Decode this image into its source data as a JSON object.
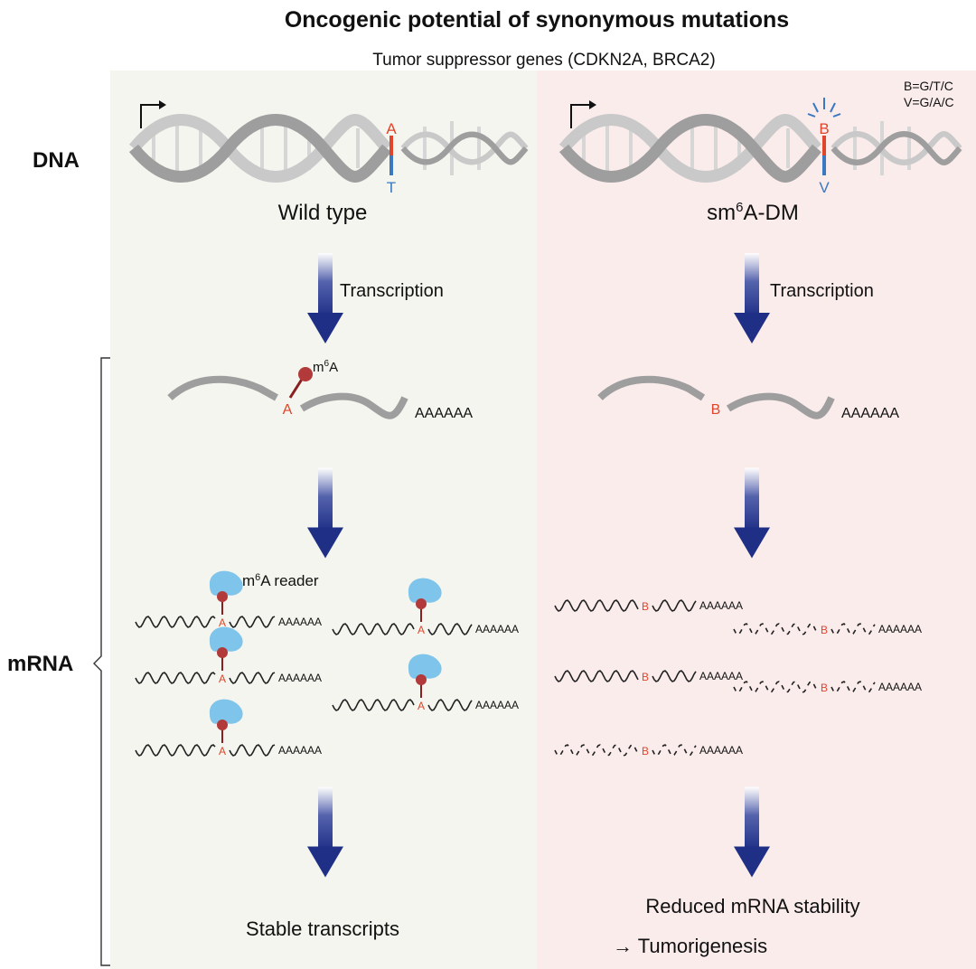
{
  "title": "Oncogenic potential of synonymous mutations",
  "subtitle": "Tumor suppressor genes (CDKN2A, BRCA2)",
  "legend": {
    "line1": "B=G/T/C",
    "line2": "V=G/A/C"
  },
  "row_labels": {
    "dna": "DNA",
    "mrna": "mRNA"
  },
  "colors": {
    "left_panel": "#f3f5ee",
    "right_panel": "#fbecec",
    "helix_dark": "#9e9e9e",
    "helix_light": "#c9c9c9",
    "rung": "#d6d6d6",
    "mutation_red": "#e0452b",
    "base_blue": "#3a78c2",
    "arrow_dark": "#1f2f86",
    "reader_blue": "#7fc4ea",
    "m6a_dot": "#b23a3a",
    "strand": "#222222"
  },
  "left": {
    "base_top": "A",
    "base_bottom": "T",
    "dna_label": "Wild type",
    "transcription": "Transcription",
    "m6a": "m",
    "m6a_sup": "6",
    "m6a_suffix": "A",
    "site": "A",
    "polyA": "AAAAAA",
    "reader_label": "m",
    "reader_sup": "6",
    "reader_suffix": "A reader",
    "outcome": "Stable transcripts"
  },
  "right": {
    "base_top": "B",
    "base_bottom": "V",
    "dna_label_pre": "sm",
    "dna_label_sup": "6",
    "dna_label_post": "A-DM",
    "transcription": "Transcription",
    "site": "B",
    "polyA": "AAAAAA",
    "outcome_line1": "Reduced mRNA stability",
    "outcome_line2": "→ Tumorigenesis"
  }
}
